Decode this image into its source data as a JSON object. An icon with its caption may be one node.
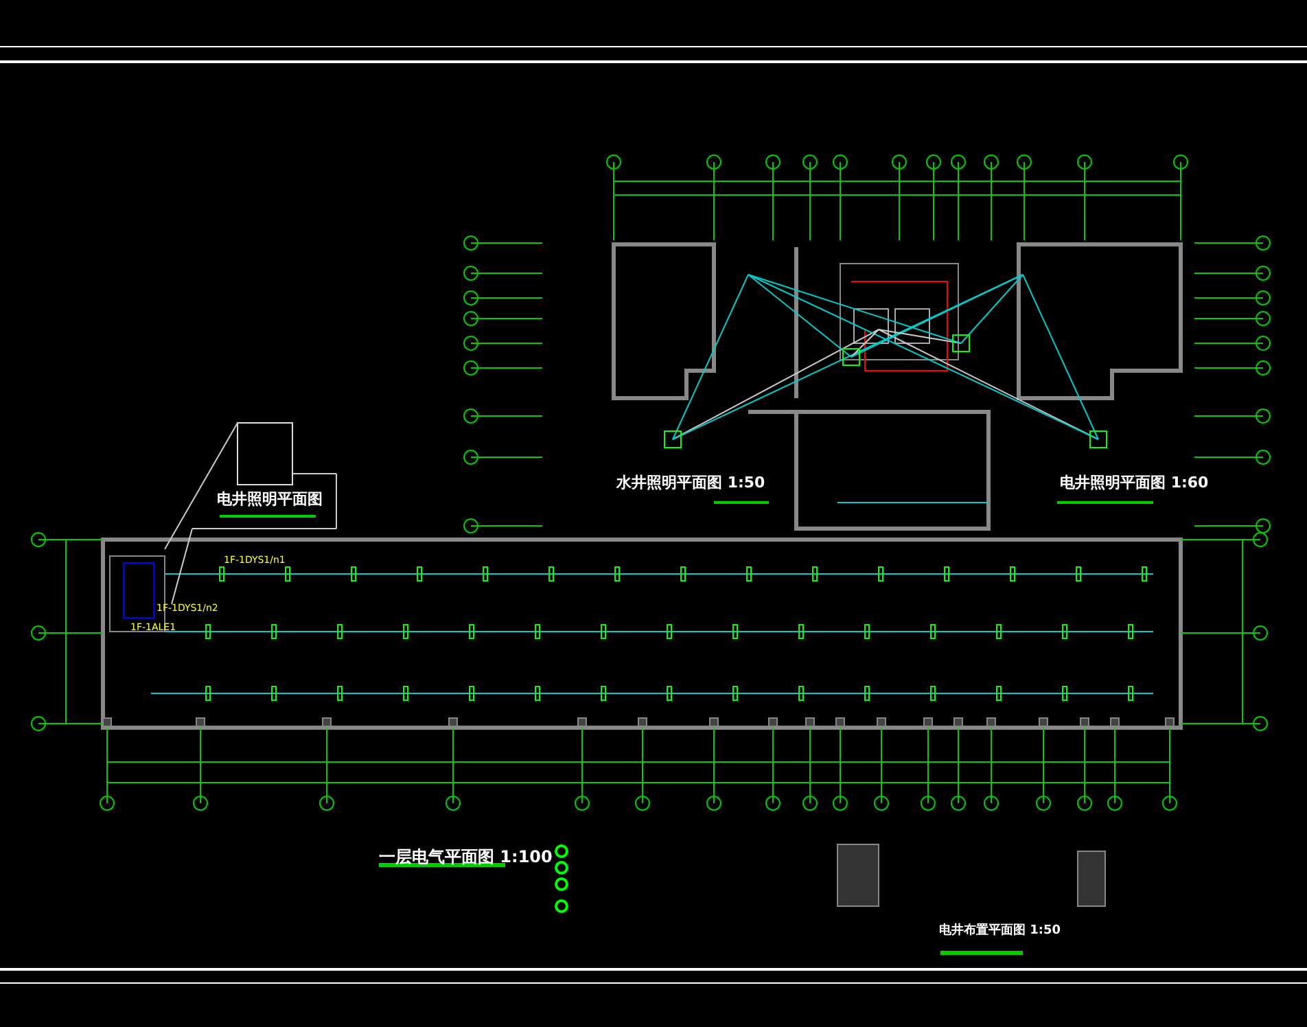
{
  "diagram": {
    "title": "一层电气平面图 1:100",
    "labels": [
      "水井照明平面图 1:50",
      "电井照明平面图 1:60",
      "电井照明平面图",
      "1F-1DYS1/n1",
      "1F-1DYS1/n2",
      "1F-1ALE1",
      "电井布置平面图 1:50"
    ]
  }
}
